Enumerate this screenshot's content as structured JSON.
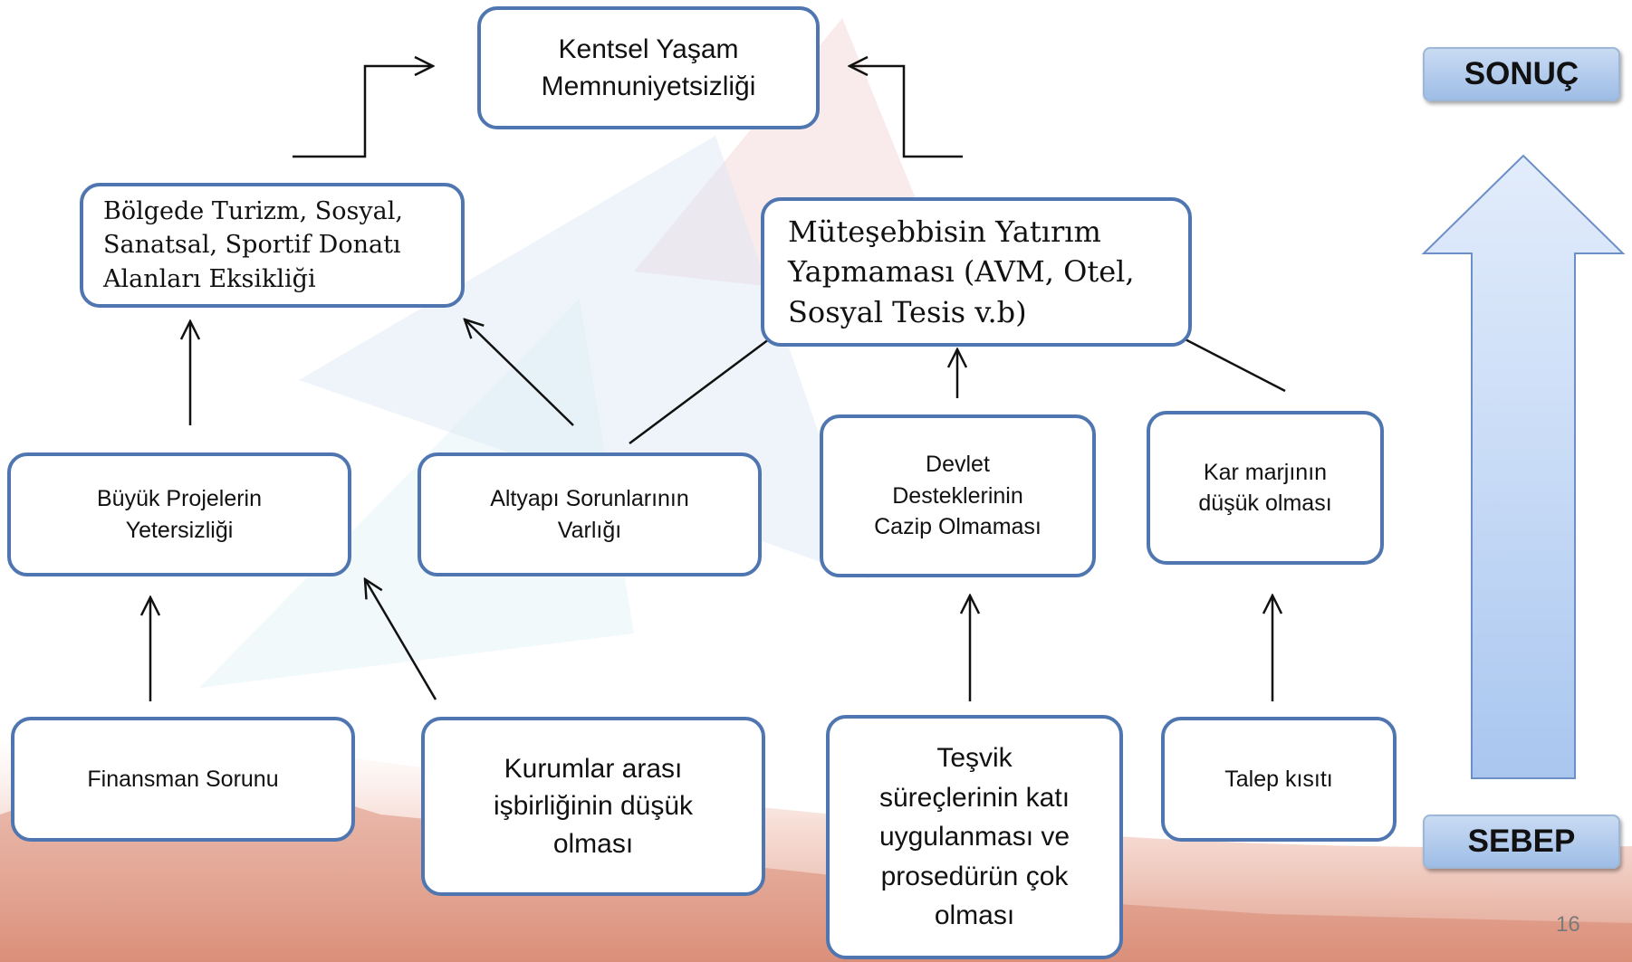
{
  "boxes": {
    "kentsel": "Kentsel Yaşam\nMemnuniyetsizliği",
    "bolgede": "Bölgede Turizm, Sosyal,\nSanatsal, Sportif  Donatı\nAlanları Eksikliği",
    "muteşebbis": "Müteşebbisin Yatırım\nYapmaması (AVM, Otel,\nSosyal Tesis v.b)",
    "buyuk": "Büyük Projelerin\nYetersizliği",
    "altyapi": "Altyapı Sorunlarının\nVarlığı",
    "devlet": "Devlet\nDesteklerinin\nCazip Olmaması",
    "kar": "Kar marjının\ndüşük olması",
    "finansman": "Finansman Sorunu",
    "kurumlar": "Kurumlar arası\nişbirliğinin düşük\nolması",
    "tesvik": "Teşvik\nsüreçlerinin katı\nuygulanması ve\nprosedürün çok\nolması",
    "talep": "Talep kısıtı"
  },
  "labels": {
    "sonuc": "SONUÇ",
    "sebep": "SEBEP"
  },
  "page_number": "16",
  "colors": {
    "box_border": "#4f76b0",
    "label_fill": "#b3cdee",
    "big_arrow_fill": "#c4d8f4",
    "connector": "#111111"
  }
}
